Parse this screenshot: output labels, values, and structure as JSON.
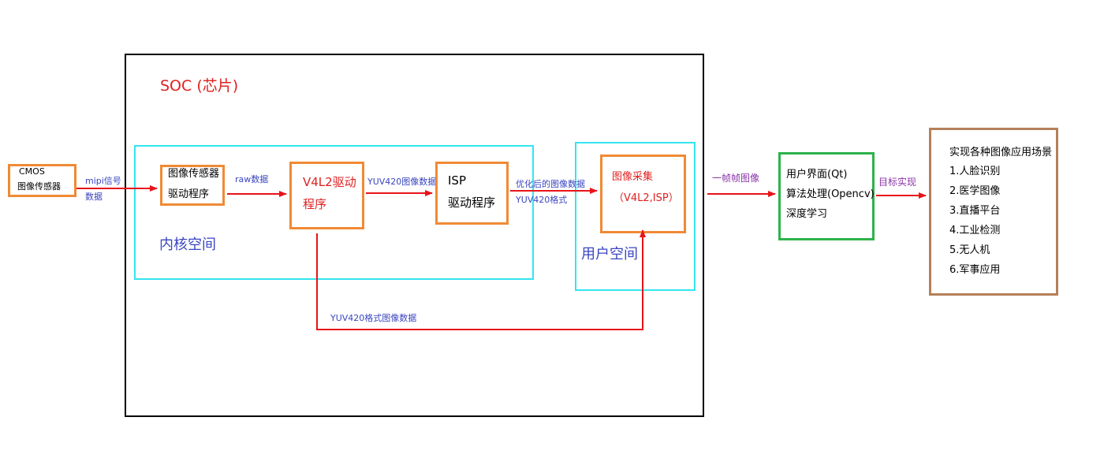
{
  "soc_label": "SOC (芯片)",
  "cmos": {
    "line1": "CMOS",
    "line2": "图像传感器"
  },
  "edge_mipi": {
    "line1": "mipi信号",
    "line2": "数据"
  },
  "sensor_driver": {
    "line1": "图像传感器",
    "line2": "驱动程序"
  },
  "edge_raw": "raw数据",
  "v4l2_driver": {
    "line1": "V4L2驱动",
    "line2": "程序"
  },
  "edge_yuv420": "YUV420图像数据",
  "isp_driver": {
    "line1": "ISP",
    "line2": "驱动程序"
  },
  "edge_optimized": {
    "line1": "优化后的图像数据",
    "line2": "YUV420格式"
  },
  "kernel_space_label": "内核空间",
  "capture": {
    "line1": "图像采集",
    "line2": "（V4L2,ISP）"
  },
  "user_space_label": "用户空间",
  "edge_bottom": "YUV420格式图像数据",
  "edge_frames": "一帧帧图像",
  "app_box": {
    "line1": "用户界面(Qt)",
    "line2": "算法处理(Opencv)",
    "line3": "深度学习"
  },
  "edge_goal": "目标实现",
  "scenarios": {
    "title": "实现各种图像应用场景",
    "items": [
      "1.人脸识别",
      "2.医学图像",
      "3.直播平台",
      "4.工业检测",
      "5.无人机",
      "6.军事应用"
    ]
  },
  "colors": {
    "arrow": "#e8141a",
    "orange_border": "#f08a35",
    "cyan_border": "#33e5f0",
    "green_border": "#2db34a",
    "brown_border": "#b5805a",
    "red_text": "#e02020",
    "blue_text": "#3a45c0",
    "purple_text": "#8a35a8"
  }
}
